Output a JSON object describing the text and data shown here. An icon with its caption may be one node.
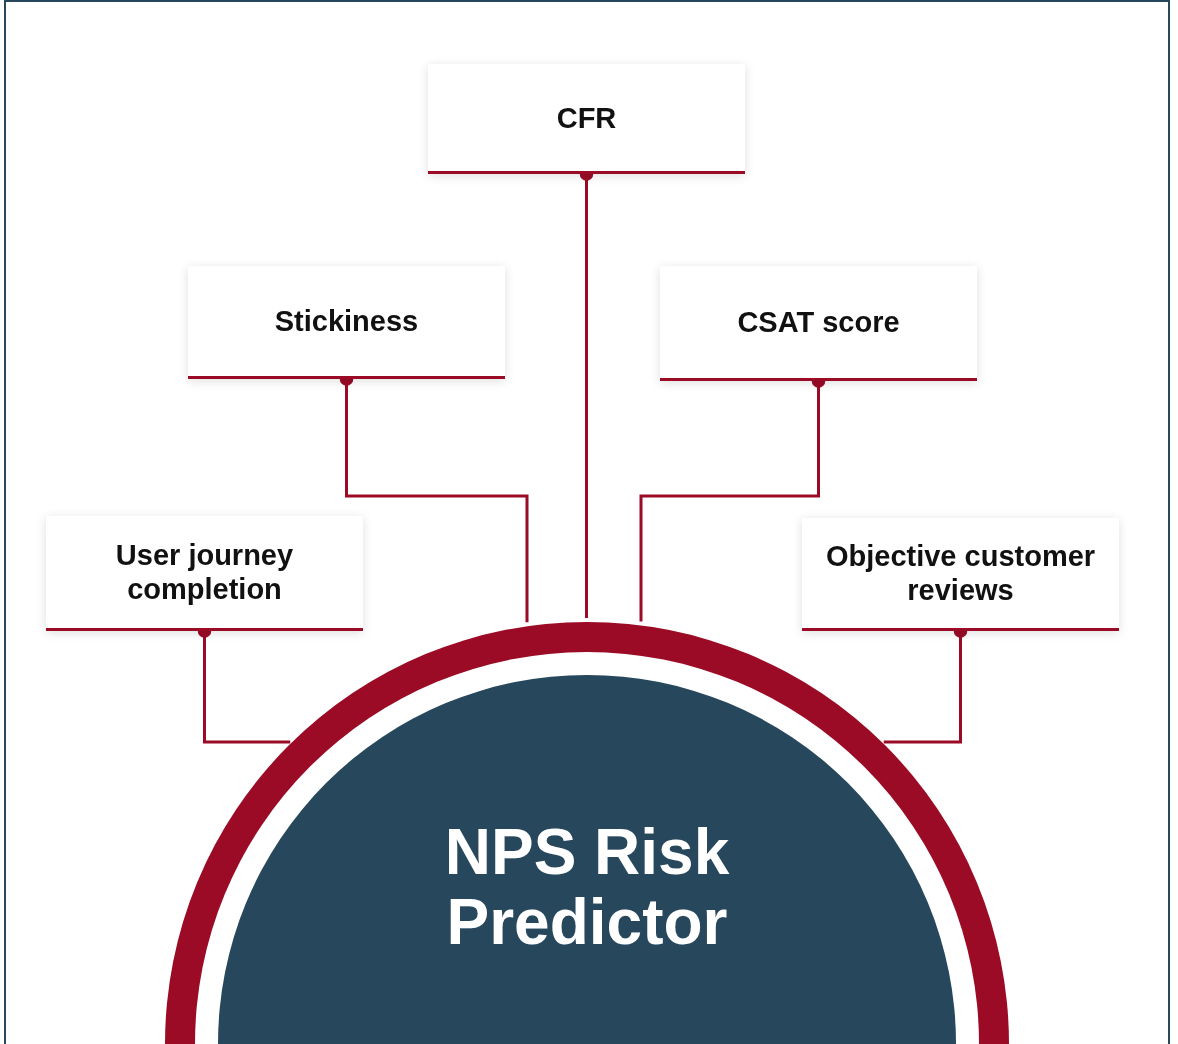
{
  "diagram": {
    "nodes": [
      {
        "text": [
          "CFR"
        ]
      },
      {
        "text": [
          "Stickiness"
        ]
      },
      {
        "text": [
          "CSAT score"
        ]
      },
      {
        "text": [
          "User journey completion"
        ]
      },
      {
        "text": [
          "Objective customer reviews"
        ]
      },
      {
        "text": [
          "NPS Risk Predictor"
        ]
      }
    ],
    "edges": [
      {
        "from": 0,
        "to": 5,
        "arrow": "other"
      },
      {
        "from": 1,
        "to": 5,
        "arrow": "other"
      },
      {
        "from": 2,
        "to": 5,
        "arrow": "other"
      },
      {
        "from": 3,
        "to": 5,
        "arrow": "other"
      },
      {
        "from": 4,
        "to": 5,
        "arrow": "other"
      }
    ]
  }
}
